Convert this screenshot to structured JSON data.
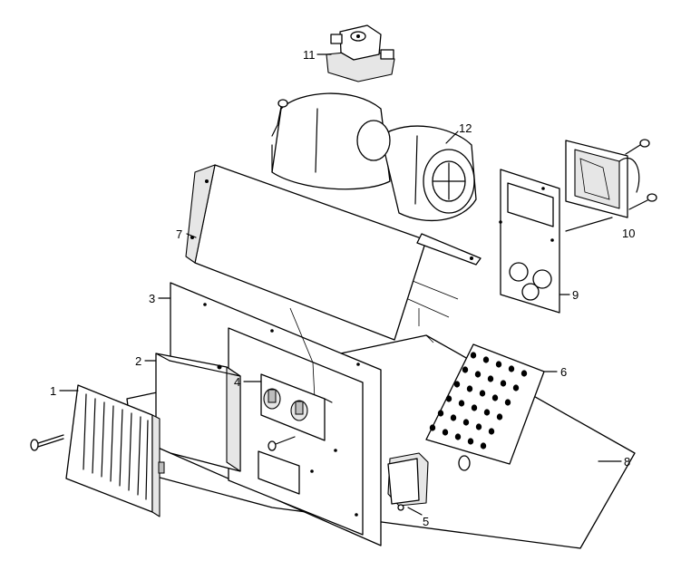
{
  "callouts": [
    {
      "id": "1",
      "label": "1"
    },
    {
      "id": "2",
      "label": "2"
    },
    {
      "id": "3",
      "label": "3"
    },
    {
      "id": "4",
      "label": "4"
    },
    {
      "id": "5",
      "label": "5"
    },
    {
      "id": "6",
      "label": "6"
    },
    {
      "id": "7",
      "label": "7"
    },
    {
      "id": "8",
      "label": "8"
    },
    {
      "id": "9",
      "label": "9"
    },
    {
      "id": "10",
      "label": "10"
    },
    {
      "id": "11",
      "label": "11"
    },
    {
      "id": "12",
      "label": "12"
    }
  ],
  "colors": {
    "line": "#000000",
    "background": "#ffffff",
    "shade": "#e6e6e6"
  }
}
